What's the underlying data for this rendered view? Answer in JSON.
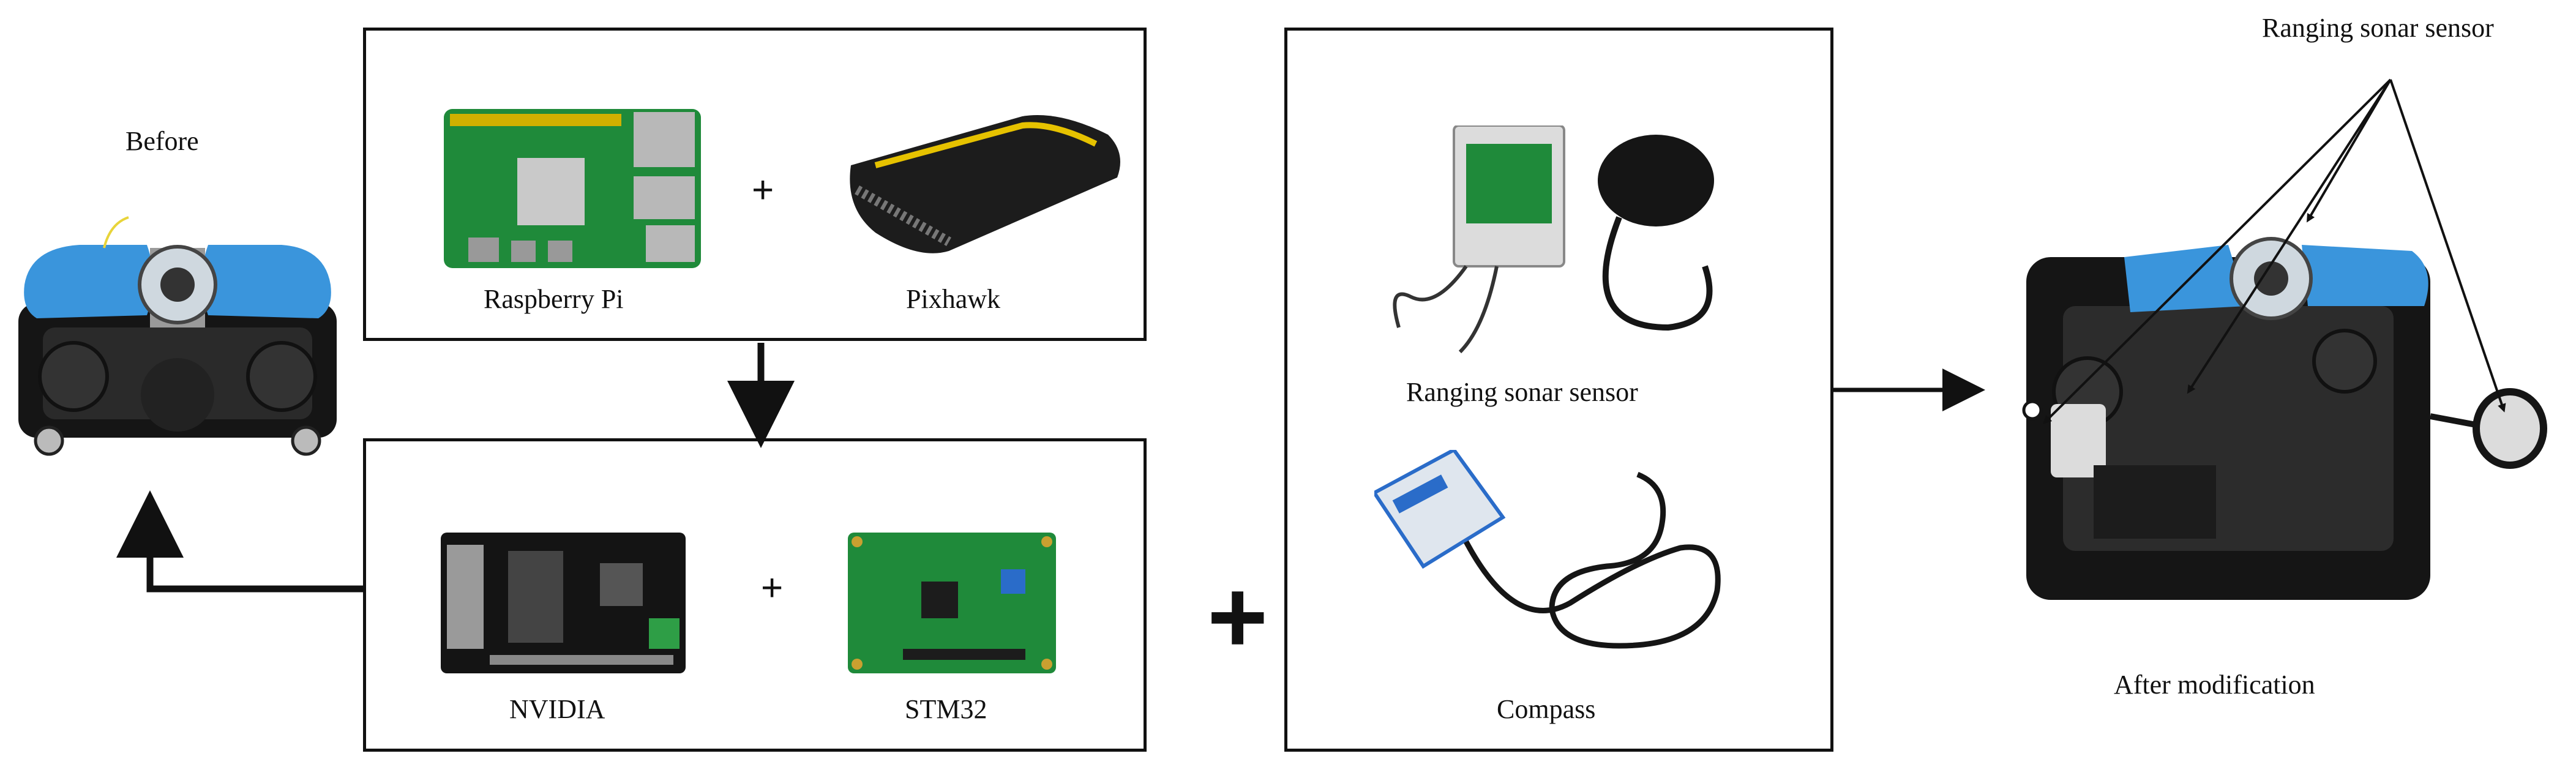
{
  "labels": {
    "before": "Before",
    "raspberry_pi": "Raspberry Pi",
    "pixhawk": "Pixhawk",
    "nvidia": "NVIDIA",
    "stm32": "STM32",
    "ranging_sonar": "Ranging sonar sensor",
    "compass": "Compass",
    "after": "After modification",
    "ranging_sonar_callout": "Ranging sonar sensor"
  },
  "symbols": {
    "plus_small": "+",
    "plus_big": "+"
  },
  "colors": {
    "rov_blue": "#3a95dc",
    "pcb_green": "#1f8a3a",
    "pcb_dark": "#1c1c1c",
    "sonar_box": "#dcdcdc",
    "frame_black": "#151515"
  }
}
